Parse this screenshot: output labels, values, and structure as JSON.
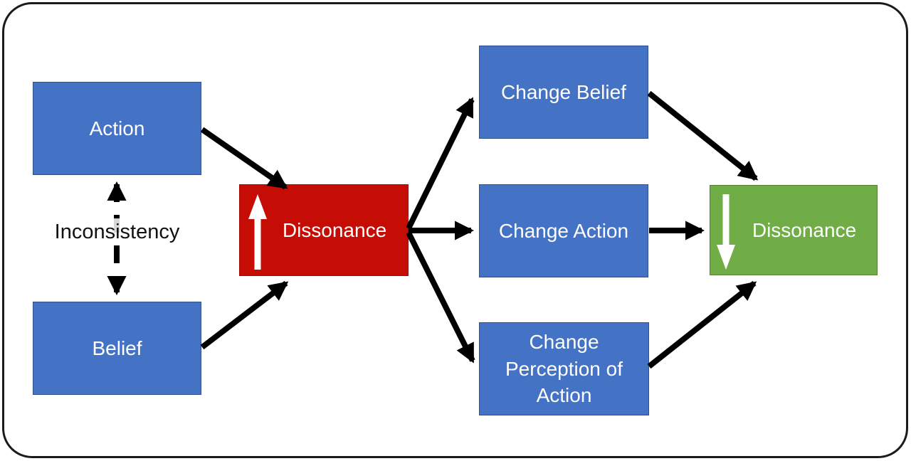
{
  "diagram": {
    "description": "Cognitive dissonance flow diagram",
    "colors": {
      "background": "#ffffff",
      "frame_border": "#1b1b1b",
      "node_blue": "#4472C4",
      "node_blue_border": "#2F528F",
      "node_red": "#C50D06",
      "node_green": "#70AD47",
      "node_green_border": "#548235",
      "node_text": "#ffffff",
      "arrow": "#000000",
      "label_text": "#111111"
    },
    "nodes": {
      "action": {
        "label": "Action",
        "color": "blue"
      },
      "belief": {
        "label": "Belief",
        "color": "blue"
      },
      "dissonance_increase": {
        "label": "Dissonance",
        "color": "red",
        "indicator": "up-arrow"
      },
      "change_belief": {
        "label": "Change Belief",
        "color": "blue"
      },
      "change_action": {
        "label": "Change Action",
        "color": "blue"
      },
      "change_perception": {
        "label": "Change Perception of Action",
        "color": "blue"
      },
      "dissonance_decrease": {
        "label": "Dissonance",
        "color": "green",
        "indicator": "down-arrow"
      }
    },
    "labels": {
      "inconsistency": "Inconsistency"
    },
    "edges": [
      {
        "from": "action",
        "to": "dissonance_increase",
        "style": "solid-arrow"
      },
      {
        "from": "belief",
        "to": "dissonance_increase",
        "style": "solid-arrow"
      },
      {
        "from": "dissonance_increase",
        "to": "change_belief",
        "style": "solid-arrow"
      },
      {
        "from": "dissonance_increase",
        "to": "change_action",
        "style": "solid-arrow"
      },
      {
        "from": "dissonance_increase",
        "to": "change_perception",
        "style": "solid-arrow"
      },
      {
        "from": "change_belief",
        "to": "dissonance_decrease",
        "style": "solid-arrow"
      },
      {
        "from": "change_action",
        "to": "dissonance_decrease",
        "style": "solid-arrow"
      },
      {
        "from": "change_perception",
        "to": "dissonance_decrease",
        "style": "solid-arrow"
      },
      {
        "from": "action",
        "to": "belief",
        "style": "dashed-double-arrow",
        "label": "Inconsistency"
      }
    ]
  }
}
